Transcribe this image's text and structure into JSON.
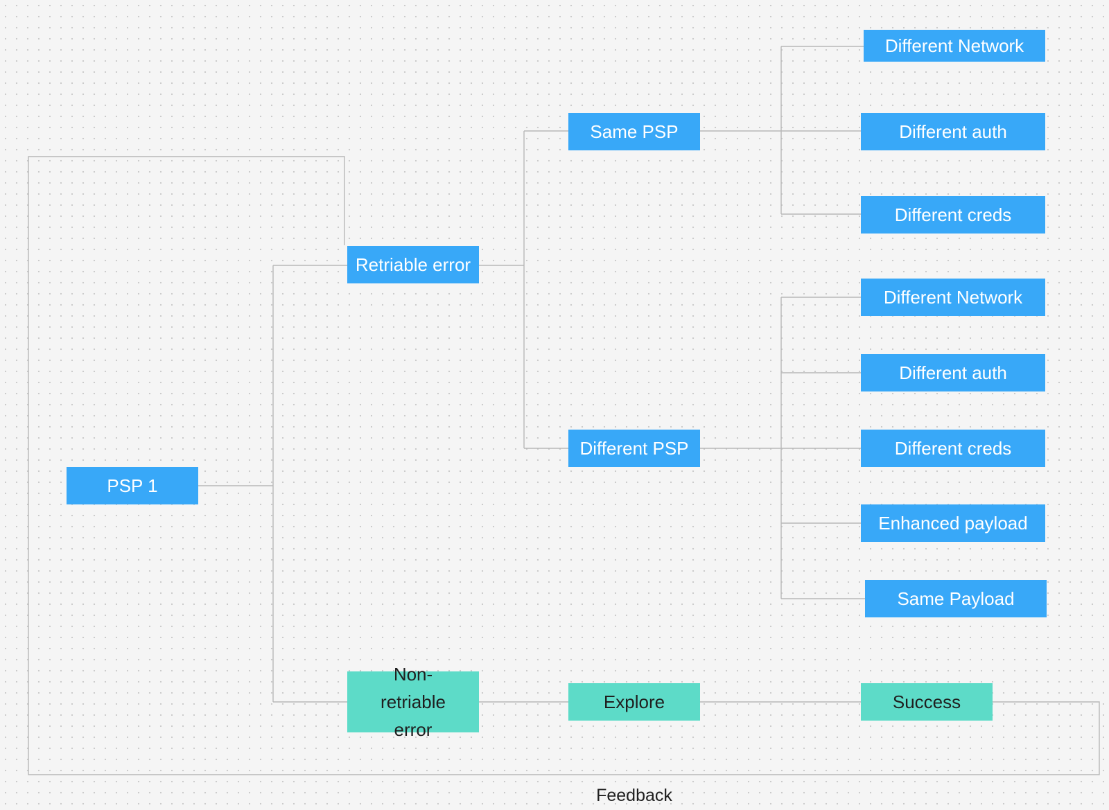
{
  "diagram": {
    "root": {
      "label": "PSP 1"
    },
    "retriable": {
      "label": "Retriable error"
    },
    "non_retriable": {
      "label": "Non-retriable error"
    },
    "same_psp": {
      "label": "Same PSP",
      "children": [
        "Different Network",
        "Different auth",
        "Different creds"
      ]
    },
    "different_psp": {
      "label": "Different PSP",
      "children": [
        "Different Network",
        "Different auth",
        "Different creds",
        "Enhanced payload",
        "Same Payload"
      ]
    },
    "explore": {
      "label": "Explore"
    },
    "success": {
      "label": "Success"
    },
    "feedback": {
      "label": "Feedback"
    }
  },
  "colors": {
    "primary_node": "#38a8f8",
    "outcome_node": "#5ddbc8",
    "connector": "#b8b8b8",
    "background": "#f5f5f5"
  }
}
